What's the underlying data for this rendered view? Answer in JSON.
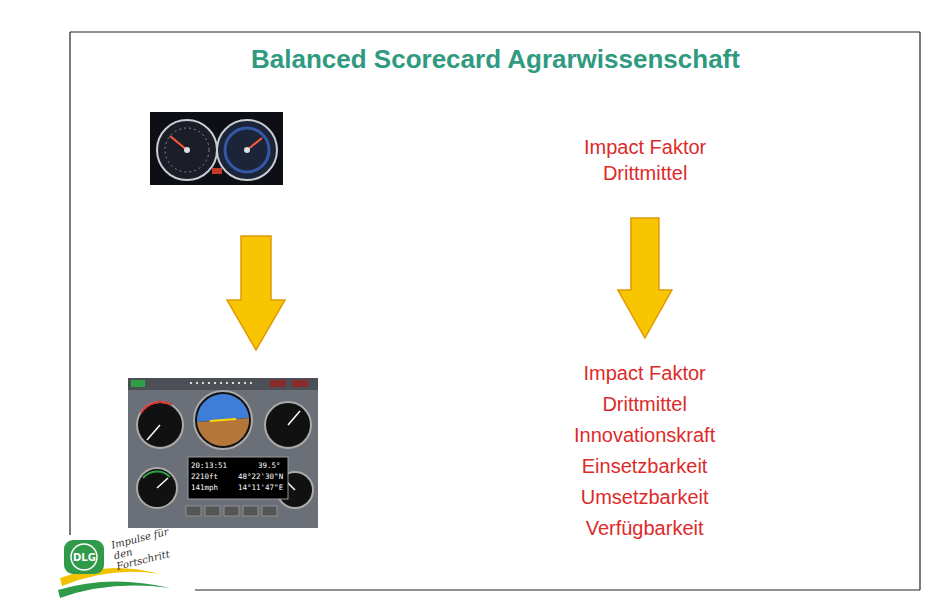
{
  "diagram": {
    "title": "Balanced Scorecard Agrarwissenschaft",
    "nodes": [
      {
        "text": [
          "Impact Faktor",
          "Drittmittel"
        ]
      },
      {
        "text": [
          "Impact Faktor",
          "Drittmittel",
          "Innovationskraft",
          "Einsetzbarkeit",
          "Umsetzbarkeit",
          "Verfügbarkeit"
        ]
      }
    ],
    "edges": [
      {
        "from": 0,
        "to": 1,
        "arrow": "to"
      }
    ],
    "labels": [
      "20:13:51",
      "39.5°",
      "2210ft",
      "48°22'30\"N",
      "141mph",
      "14°11'47\"E",
      "DLG",
      "Impulse für den Fortschritt"
    ]
  }
}
